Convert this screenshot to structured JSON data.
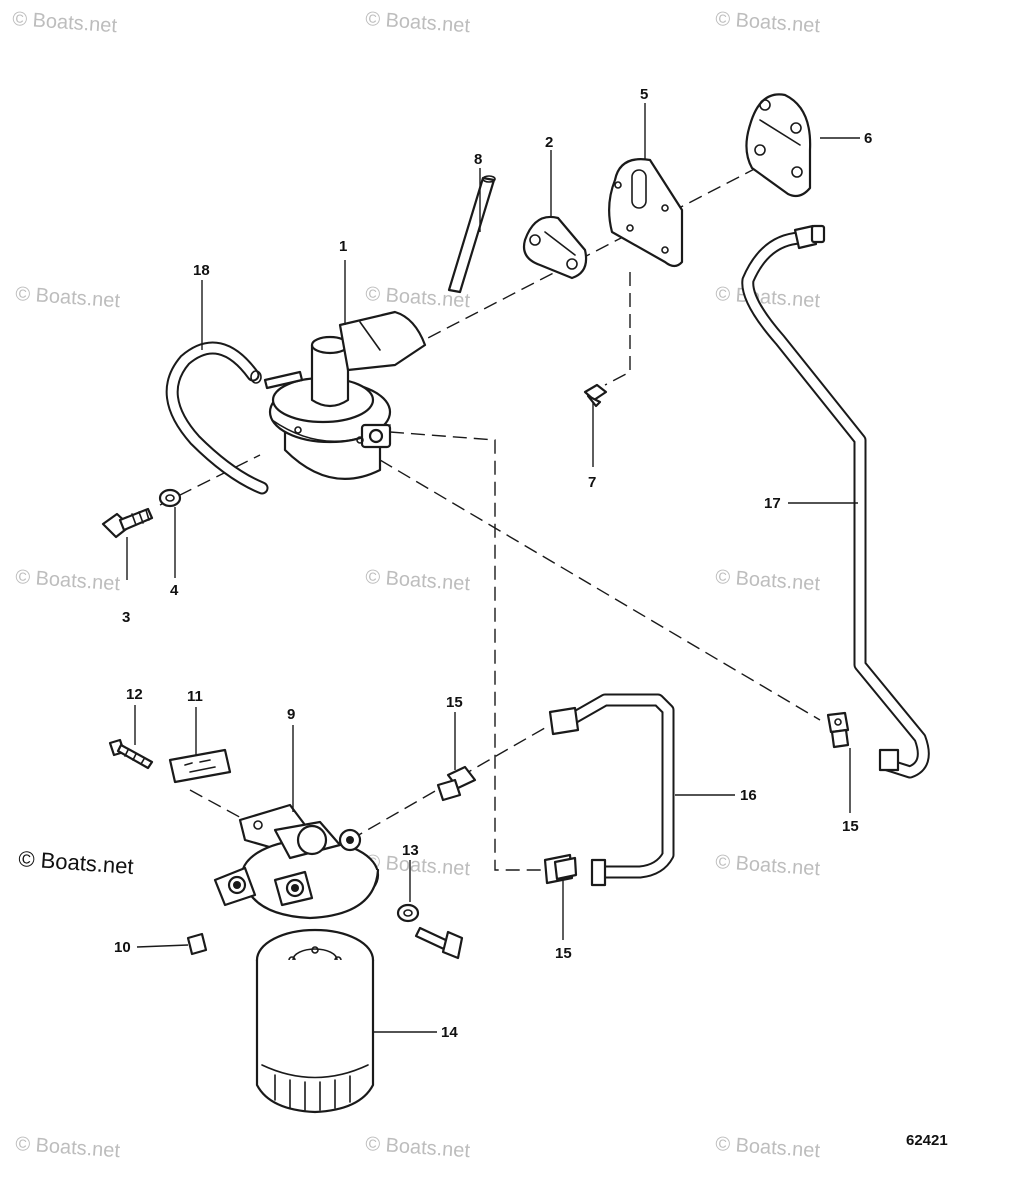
{
  "watermark": {
    "text": "© Boats.net"
  },
  "callouts": {
    "c1": "1",
    "c2": "2",
    "c3": "3",
    "c4": "4",
    "c5": "5",
    "c6": "6",
    "c7": "7",
    "c8": "8",
    "c9": "9",
    "c10": "10",
    "c11": "11",
    "c12": "12",
    "c13": "13",
    "c14": "14",
    "c15a": "15",
    "c15b": "15",
    "c15c": "15",
    "c16": "16",
    "c17": "17",
    "c18": "18"
  },
  "figure_number": "62421"
}
